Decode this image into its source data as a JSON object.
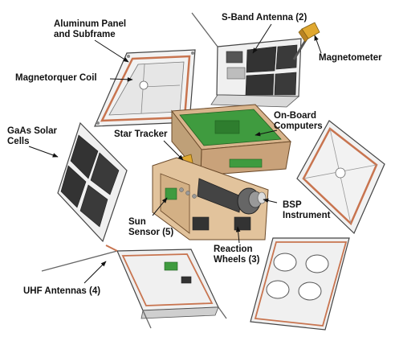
{
  "labels": {
    "aluminum_panel": "Aluminum Panel\nand Subframe",
    "s_band_antenna": "S-Band Antenna (2)",
    "magnetometer": "Magnetometer",
    "magnetorquer_coil": "Magnetorquer Coil",
    "on_board_computers": "On-Board\nComputers",
    "star_tracker": "Star Tracker",
    "gaas_solar_cells": "GaAs Solar\nCells",
    "sun_sensor": "Sun\nSensor (5)",
    "bsp_instrument": "BSP\nInstrument",
    "reaction_wheels": "Reaction\nWheels (3)",
    "uhf_antennas": "UHF Antennas (4)"
  },
  "colors": {
    "panel_face": "#eeeeee",
    "panel_edge": "#555555",
    "solar_cell": "#3a3a3a",
    "copper_frame": "#c8744f",
    "board_green": "#3f9b3f",
    "bracket_tan": "#d8b48c",
    "magnetometer_gold": "#e0a830",
    "leader_line": "#111111"
  }
}
